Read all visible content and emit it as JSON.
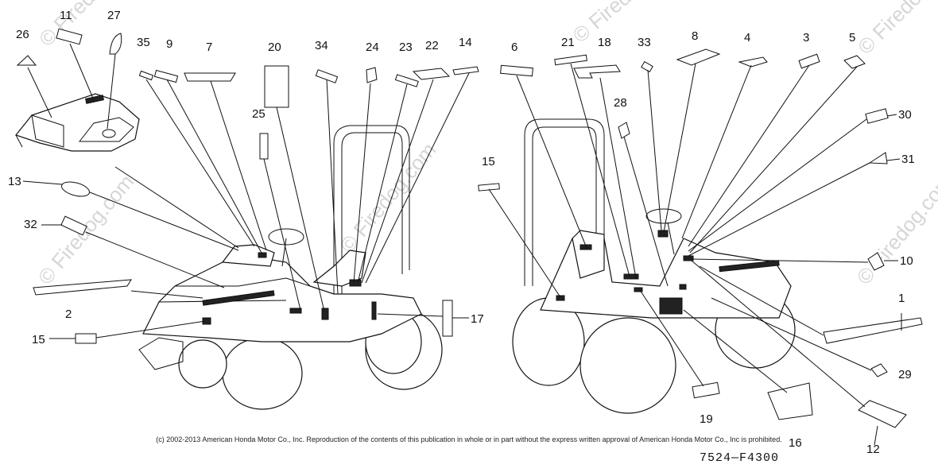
{
  "watermark": "© Firedog.com",
  "copyright": "(c) 2002-2013 American Honda Motor Co., Inc. Reproduction of the contents of this publication in whole or in part without the express written approval of American Honda Motor Co., Inc is prohibited.",
  "figure_code": "7524—F4300",
  "callouts": [
    {
      "id": "c26",
      "text": "26"
    },
    {
      "id": "c11",
      "text": "11"
    },
    {
      "id": "c27",
      "text": "27"
    },
    {
      "id": "c35",
      "text": "35"
    },
    {
      "id": "c9",
      "text": "9"
    },
    {
      "id": "c7",
      "text": "7"
    },
    {
      "id": "c20",
      "text": "20"
    },
    {
      "id": "c34",
      "text": "34"
    },
    {
      "id": "c24",
      "text": "24"
    },
    {
      "id": "c23",
      "text": "23"
    },
    {
      "id": "c22",
      "text": "22"
    },
    {
      "id": "c14",
      "text": "14"
    },
    {
      "id": "c25",
      "text": "25"
    },
    {
      "id": "c13",
      "text": "13"
    },
    {
      "id": "c32",
      "text": "32"
    },
    {
      "id": "c2",
      "text": "2"
    },
    {
      "id": "c15a",
      "text": "15"
    },
    {
      "id": "c17",
      "text": "17"
    },
    {
      "id": "c6",
      "text": "6"
    },
    {
      "id": "c21",
      "text": "21"
    },
    {
      "id": "c18",
      "text": "18"
    },
    {
      "id": "c33",
      "text": "33"
    },
    {
      "id": "c8",
      "text": "8"
    },
    {
      "id": "c4",
      "text": "4"
    },
    {
      "id": "c3",
      "text": "3"
    },
    {
      "id": "c5",
      "text": "5"
    },
    {
      "id": "c28",
      "text": "28"
    },
    {
      "id": "c30",
      "text": "30"
    },
    {
      "id": "c31",
      "text": "31"
    },
    {
      "id": "c15b",
      "text": "15"
    },
    {
      "id": "c10",
      "text": "10"
    },
    {
      "id": "c1",
      "text": "1"
    },
    {
      "id": "c29",
      "text": "29"
    },
    {
      "id": "c19",
      "text": "19"
    },
    {
      "id": "c16",
      "text": "16"
    },
    {
      "id": "c12",
      "text": "12"
    }
  ]
}
